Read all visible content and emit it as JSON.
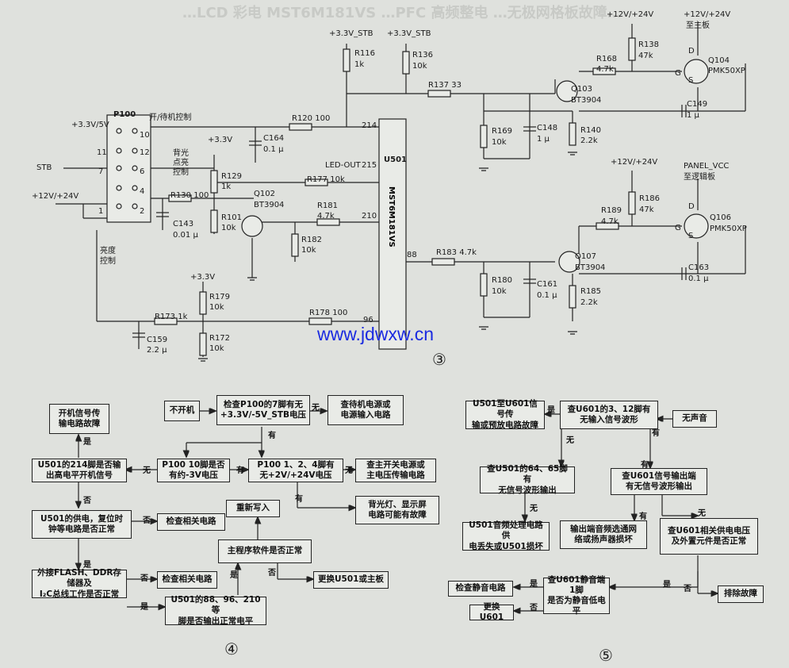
{
  "header_ghost": "…LCD 彩电 MST6M181VS …PFC 高频整电 …无极网格板故障…",
  "watermark": "www.jdwxw.cn",
  "figure_numbers": {
    "fig3": "③",
    "fig4": "④",
    "fig5": "⑤"
  },
  "schematic": {
    "ic_name": "U501",
    "ic_part": "MST6M181VS",
    "connector": "P100",
    "pin_labels": [
      {
        "id": "p214",
        "text": "214"
      },
      {
        "id": "p215",
        "text": "215"
      },
      {
        "id": "p210",
        "text": "210"
      },
      {
        "id": "p88",
        "text": "88"
      },
      {
        "id": "p96",
        "text": "96"
      },
      {
        "id": "c10",
        "text": "10"
      },
      {
        "id": "c11",
        "text": "11"
      },
      {
        "id": "c12",
        "text": "12"
      },
      {
        "id": "c7",
        "text": "7"
      },
      {
        "id": "c6",
        "text": "6"
      },
      {
        "id": "c4",
        "text": "4"
      },
      {
        "id": "c1",
        "text": "1"
      },
      {
        "id": "c2",
        "text": "2"
      }
    ],
    "labels": [
      {
        "id": "v33stb_a",
        "text": "+3.3V_STB"
      },
      {
        "id": "v33stb_b",
        "text": "+3.3V_STB"
      },
      {
        "id": "v12_a",
        "text": "+12V/+24V"
      },
      {
        "id": "v12_b",
        "text": "+12V/+24V"
      },
      {
        "id": "v12_c",
        "text": "+12V/+24V"
      },
      {
        "id": "v12_d",
        "text": "+12V/+24V"
      },
      {
        "id": "zhuban",
        "text": "至主板"
      },
      {
        "id": "panelvcc",
        "text": "PANEL_VCC"
      },
      {
        "id": "luoji",
        "text": "至逻辑板"
      },
      {
        "id": "r116",
        "text": "R116"
      },
      {
        "id": "r116v",
        "text": "1k"
      },
      {
        "id": "r136",
        "text": "R136"
      },
      {
        "id": "r136v",
        "text": "10k"
      },
      {
        "id": "r137",
        "text": "R137  33"
      },
      {
        "id": "r168",
        "text": "R168"
      },
      {
        "id": "r168v",
        "text": "4.7k"
      },
      {
        "id": "r138",
        "text": "R138"
      },
      {
        "id": "r138v",
        "text": "47k"
      },
      {
        "id": "q104",
        "text": "Q104"
      },
      {
        "id": "q104p",
        "text": "PMK50XP"
      },
      {
        "id": "q103",
        "text": "Q103"
      },
      {
        "id": "q103p",
        "text": "BT3904"
      },
      {
        "id": "c149",
        "text": "C149"
      },
      {
        "id": "c149v",
        "text": "1 μ"
      },
      {
        "id": "r169",
        "text": "R169"
      },
      {
        "id": "r169v",
        "text": "10k"
      },
      {
        "id": "c148",
        "text": "C148"
      },
      {
        "id": "c148v",
        "text": "1 μ"
      },
      {
        "id": "r140",
        "text": "R140"
      },
      {
        "id": "r140v",
        "text": "2.2k"
      },
      {
        "id": "v33_a",
        "text": "+3.3V/5V"
      },
      {
        "id": "kaiji",
        "text": "开/待机控制"
      },
      {
        "id": "r120",
        "text": "R120  100"
      },
      {
        "id": "c164",
        "text": "C164"
      },
      {
        "id": "c164v",
        "text": "0.1 μ"
      },
      {
        "id": "ledout",
        "text": "LED-OUT"
      },
      {
        "id": "v33_b",
        "text": "+3.3V"
      },
      {
        "id": "beiguang",
        "text": "背光"
      },
      {
        "id": "diandian",
        "text": "点亮"
      },
      {
        "id": "kongzhi",
        "text": "控制"
      },
      {
        "id": "r129",
        "text": "R129"
      },
      {
        "id": "r129v",
        "text": "1k"
      },
      {
        "id": "r177",
        "text": "R177  10k"
      },
      {
        "id": "stb",
        "text": "STB"
      },
      {
        "id": "r130",
        "text": "R130  100"
      },
      {
        "id": "q102",
        "text": "Q102"
      },
      {
        "id": "q102p",
        "text": "BT3904"
      },
      {
        "id": "r181",
        "text": "R181"
      },
      {
        "id": "r181v",
        "text": "4.7k"
      },
      {
        "id": "r101",
        "text": "R101"
      },
      {
        "id": "r101v",
        "text": "10k"
      },
      {
        "id": "c143",
        "text": "C143"
      },
      {
        "id": "c143v",
        "text": "0.01 μ"
      },
      {
        "id": "r182",
        "text": "R182"
      },
      {
        "id": "r182v",
        "text": "10k"
      },
      {
        "id": "r186",
        "text": "R186"
      },
      {
        "id": "r186v",
        "text": "47k"
      },
      {
        "id": "q106",
        "text": "Q106"
      },
      {
        "id": "q106p",
        "text": "PMK50XP"
      },
      {
        "id": "r189",
        "text": "R189"
      },
      {
        "id": "r189v",
        "text": "4.7k"
      },
      {
        "id": "r183",
        "text": "R183  4.7k"
      },
      {
        "id": "q107",
        "text": "Q107"
      },
      {
        "id": "q107p",
        "text": "BT3904"
      },
      {
        "id": "r180",
        "text": "R180"
      },
      {
        "id": "r180v",
        "text": "10k"
      },
      {
        "id": "c161",
        "text": "C161"
      },
      {
        "id": "c161v",
        "text": "0.1 μ"
      },
      {
        "id": "c163",
        "text": "C163"
      },
      {
        "id": "c163v",
        "text": "0.1 μ"
      },
      {
        "id": "r185",
        "text": "R185"
      },
      {
        "id": "r185v",
        "text": "2.2k"
      },
      {
        "id": "liangdu",
        "text": "亮度"
      },
      {
        "id": "liangdu2",
        "text": "控制"
      },
      {
        "id": "v33_c",
        "text": "+3.3V"
      },
      {
        "id": "r179",
        "text": "R179"
      },
      {
        "id": "r179v",
        "text": "10k"
      },
      {
        "id": "r173",
        "text": "R173  1k"
      },
      {
        "id": "r178",
        "text": "R178  100"
      },
      {
        "id": "c159",
        "text": "C159"
      },
      {
        "id": "c159v",
        "text": "2.2 μ"
      },
      {
        "id": "r172",
        "text": "R172"
      },
      {
        "id": "r172v",
        "text": "10k"
      },
      {
        "id": "dq104",
        "text": "D"
      },
      {
        "id": "gq104",
        "text": "G"
      },
      {
        "id": "sq104",
        "text": "S"
      },
      {
        "id": "dq106",
        "text": "D"
      },
      {
        "id": "gq106",
        "text": "G"
      },
      {
        "id": "sq106",
        "text": "S"
      }
    ]
  },
  "flow4": {
    "boxes": [
      {
        "id": "f4_bukaiji",
        "text": "不开机"
      },
      {
        "id": "f4_p100_7",
        "text": "检查P100的7脚有无\n+3.3V/-5V_STB电压"
      },
      {
        "id": "f4_daiji",
        "text": "查待机电源或\n电源输入电路"
      },
      {
        "id": "f4_chuanshu",
        "text": "开机信号传\n输电路故障"
      },
      {
        "id": "f4_214",
        "text": "U501的214脚是否输\n出高电平开机信号"
      },
      {
        "id": "f4_p100_10",
        "text": "P100  10脚是否\n有约-3V电压"
      },
      {
        "id": "f4_p100_124",
        "text": "P100  1、2、4脚有\n无+2V/+24V电压"
      },
      {
        "id": "f4_zhudianyuan",
        "text": "查主开关电源或\n主电压传输电路"
      },
      {
        "id": "f4_gongdian",
        "text": "U501的供电，复位时\n钟等电路是否正常"
      },
      {
        "id": "f4_chongxin",
        "text": "重新写入"
      },
      {
        "id": "f4_beiguang",
        "text": "背光灯、显示屏\n电路可能有故障"
      },
      {
        "id": "f4_jiancha1",
        "text": "检查相关电路"
      },
      {
        "id": "f4_zhuchengxu",
        "text": "主程序软件是否正常"
      },
      {
        "id": "f4_flash",
        "text": "外接FLASH、DDR存储器及\nI₂C总线工作是否正常"
      },
      {
        "id": "f4_jiancha2",
        "text": "检查相关电路"
      },
      {
        "id": "f4_genghuan",
        "text": "更换U501或主板"
      },
      {
        "id": "f4_88",
        "text": "U501的88、96、210等\n脚是否输出正常电平"
      }
    ],
    "marks": [
      {
        "id": "y1",
        "text": "无"
      },
      {
        "id": "y2",
        "text": "有"
      },
      {
        "id": "y3",
        "text": "是"
      },
      {
        "id": "y4",
        "text": "无"
      },
      {
        "id": "y5",
        "text": "有"
      },
      {
        "id": "y6",
        "text": "无"
      },
      {
        "id": "y7",
        "text": "否"
      },
      {
        "id": "y8",
        "text": "否"
      },
      {
        "id": "y9",
        "text": "有"
      },
      {
        "id": "y10",
        "text": "是"
      },
      {
        "id": "y11",
        "text": "否"
      },
      {
        "id": "y12",
        "text": "是"
      },
      {
        "id": "y13",
        "text": "否"
      },
      {
        "id": "y14",
        "text": "是"
      }
    ]
  },
  "flow5": {
    "boxes": [
      {
        "id": "f5_u501",
        "text": "U501至U601信号传\n输或预放电路故障"
      },
      {
        "id": "f5_312",
        "text": "查U601的3、12脚有\n无输入信号波形"
      },
      {
        "id": "f5_wusheng",
        "text": "无声音"
      },
      {
        "id": "f5_6465",
        "text": "查U501的64、65脚有\n无信号波形输出"
      },
      {
        "id": "f5_shuchu",
        "text": "查U601信号输出端\n有无信号波形输出"
      },
      {
        "id": "f5_yinpin",
        "text": "U501音频处理电路供\n电丢失或U501损坏"
      },
      {
        "id": "f5_shuchuduan",
        "text": "输出端音频选通网\n络或扬声器损坏"
      },
      {
        "id": "f5_gongdian",
        "text": "查U601相关供电电压\n及外置元件是否正常"
      },
      {
        "id": "f5_jingyin",
        "text": "检查静音电路"
      },
      {
        "id": "f5_1jiao",
        "text": "查U601静音端1脚\n是否为静音低电平"
      },
      {
        "id": "f5_paichu",
        "text": "排除故障"
      },
      {
        "id": "f5_genghuan",
        "text": "更换U601"
      }
    ],
    "marks": [
      {
        "id": "z1",
        "text": "是"
      },
      {
        "id": "z2",
        "text": "有"
      },
      {
        "id": "z3",
        "text": "无"
      },
      {
        "id": "z4",
        "text": "有"
      },
      {
        "id": "z5",
        "text": "无"
      },
      {
        "id": "z6",
        "text": "无"
      },
      {
        "id": "z7",
        "text": "有"
      },
      {
        "id": "z8",
        "text": "是"
      },
      {
        "id": "z9",
        "text": "否"
      },
      {
        "id": "z10",
        "text": "是"
      },
      {
        "id": "z11",
        "text": "否"
      }
    ]
  }
}
